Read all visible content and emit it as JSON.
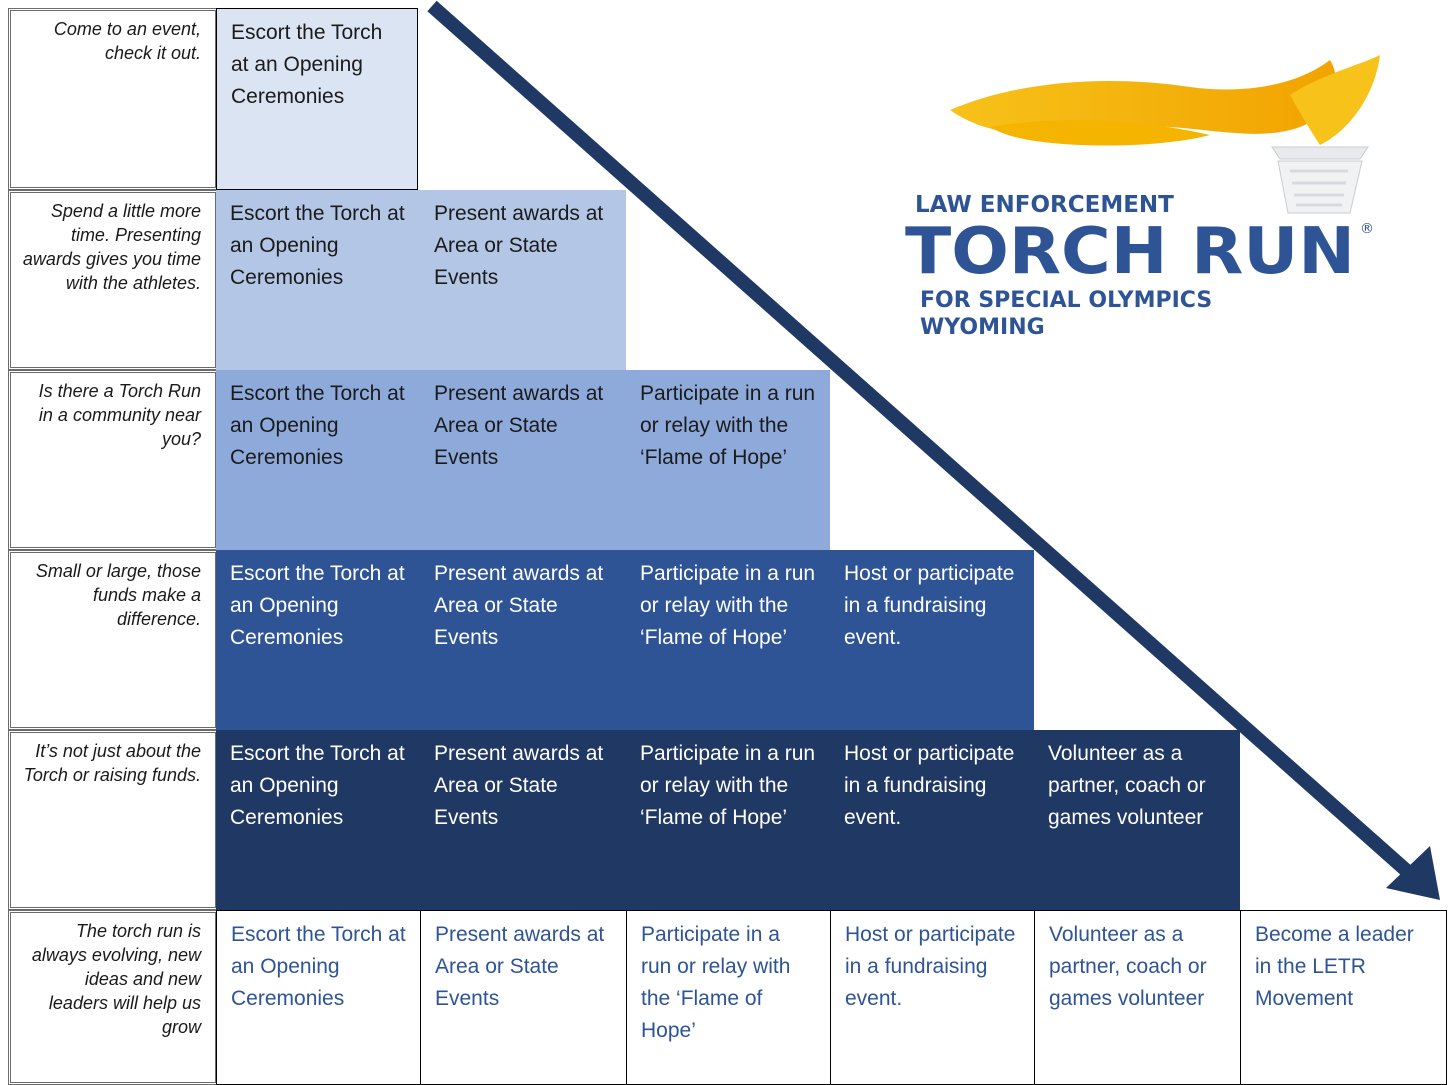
{
  "levels": [
    {
      "description": "Come to an event, check it out.",
      "activities": [
        "Escort  the Torch at an Opening Ceremonies"
      ]
    },
    {
      "description": "Spend a little more time. Presenting awards gives you time with the athletes.",
      "activities": [
        "Escort  the Torch at an Opening Ceremonies",
        "Present awards at Area or State Events"
      ]
    },
    {
      "description": "Is there a Torch Run in a community near you?",
      "activities": [
        "Escort  the Torch at an Opening Ceremonies",
        "Present awards at Area or State Events",
        "Participate in a run or relay with the ‘Flame of Hope’"
      ]
    },
    {
      "description": "Small or large, those funds make a difference.",
      "activities": [
        "Escort  the Torch at an Opening Ceremonies",
        "Present awards at Area or State Events",
        "Participate in a run or relay with the ‘Flame of Hope’",
        "Host or participate in a fundraising event."
      ]
    },
    {
      "description": "It’s not just about the Torch or raising funds.",
      "activities": [
        "Escort  the Torch at an Opening Ceremonies",
        "Present awards at Area or State Events",
        "Participate in a run or relay with the ‘Flame of Hope’",
        "Host or participate in a fundraising event.",
        "Volunteer as a partner, coach or games volunteer"
      ]
    },
    {
      "description": "The torch run is always evolving, new ideas and new leaders will help us grow",
      "activities": [
        "Escort  the Torch at an Opening Ceremonies",
        "Present awards at Area or State Events",
        "Participate in a run or relay with the ‘Flame of Hope’",
        "Host or participate in a fundraising event.",
        "Volunteer as a partner, coach or games volunteer",
        "Become a leader in the LETR Movement"
      ]
    }
  ],
  "logo": {
    "line1": "LAW ENFORCEMENT",
    "line2": "TORCH RUN",
    "registered": "®",
    "line3": "FOR SPECIAL OLYMPICS",
    "line4": "WYOMING"
  },
  "colors": {
    "level_fills": [
      "#dbe4f3",
      "#b3c6e6",
      "#8eaadb",
      "#2e5496",
      "#1f3864",
      "#ffffff"
    ],
    "arrow": "#1f3864",
    "logo_text": "#2e5496",
    "flame": "#f5b400"
  }
}
